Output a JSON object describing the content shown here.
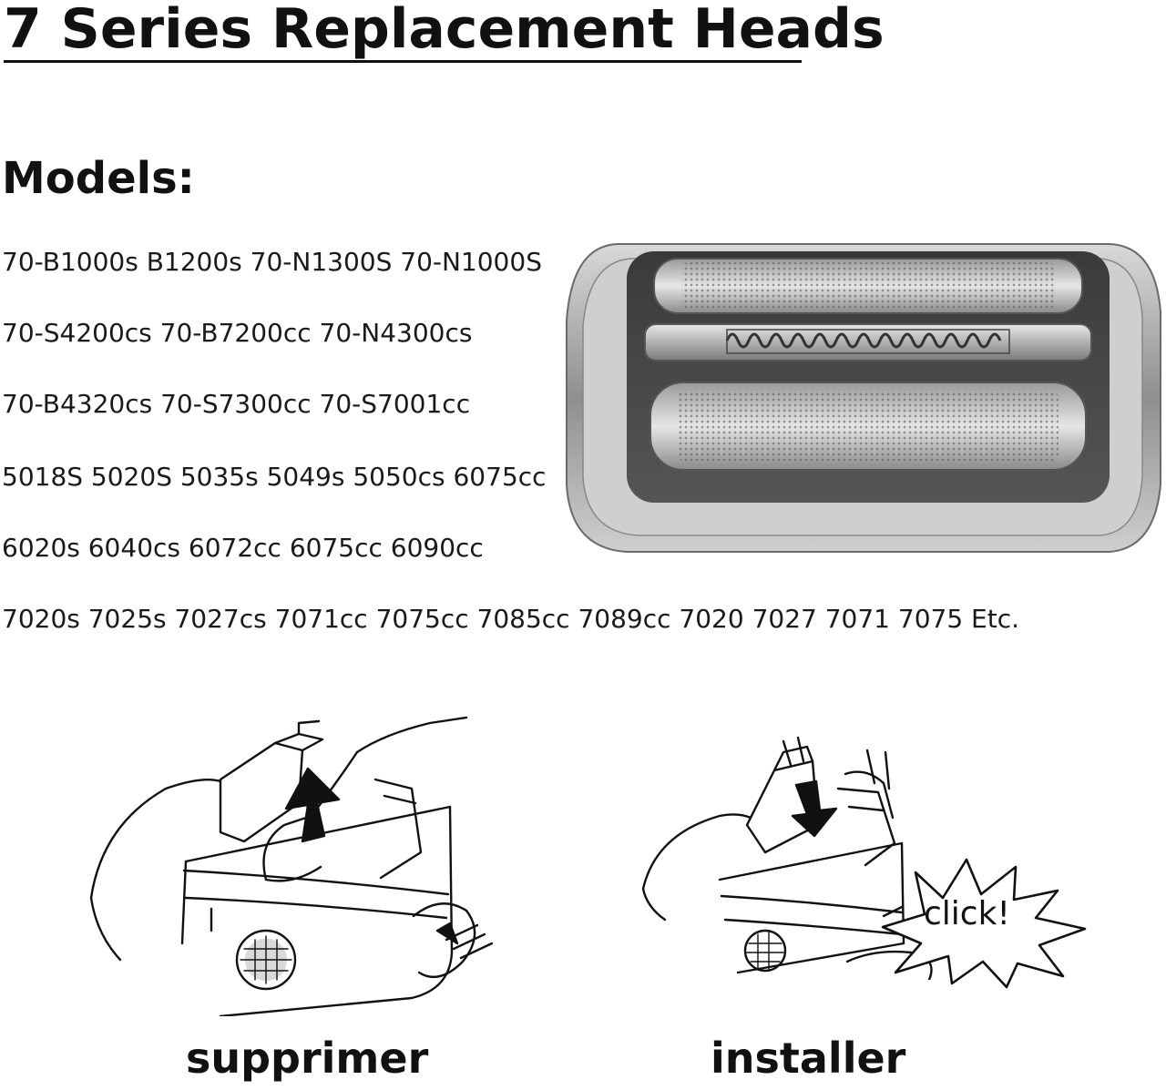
{
  "title": "7 Series Replacement Heads",
  "models_heading": "Models:",
  "model_lines": [
    "70-B1000s B1200s 70-N1300S 70-N1000S",
    "70-S4200cs 70-B7200cc 70-N4300cs",
    "70-B4320cs 70-S7300cc 70-S7001cc",
    "5018S 5020S 5035s 5049s 5050cs 6075cc",
    "6020s 6040cs 6072cc 6075cc 6090cc",
    "7020s 7025s 7027cs 7071cc 7075cc 7085cc 7089cc 7020 7027 7071 7075 Etc."
  ],
  "steps": {
    "remove": {
      "caption": "supprimer"
    },
    "install": {
      "caption": "installer",
      "burst_text": "click!"
    }
  },
  "icons": {
    "product_image": "shaver-head-photo",
    "remove_illustration": "remove-head-illustration",
    "install_illustration": "install-head-illustration"
  }
}
